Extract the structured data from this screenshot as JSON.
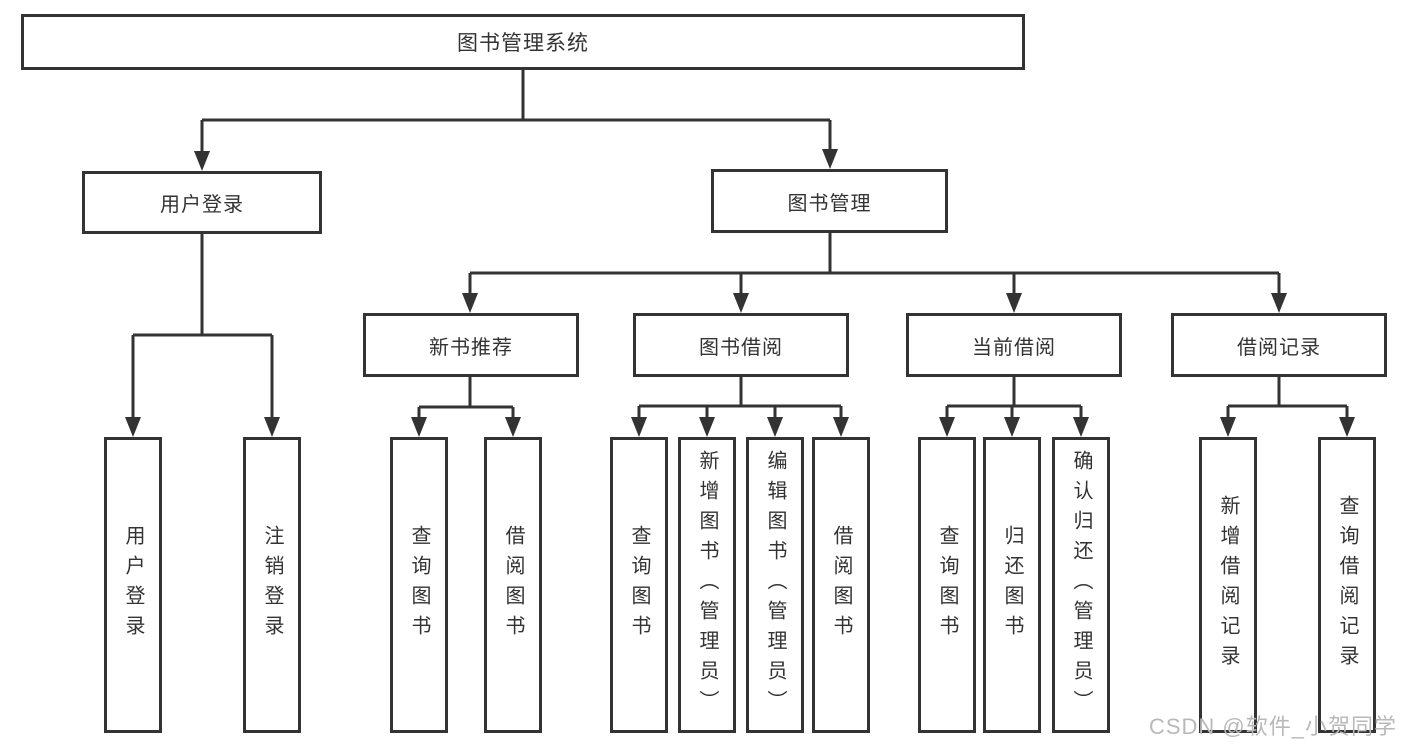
{
  "title": "图书管理系统",
  "watermark": "CSDN @软件_小贺同学",
  "colors": {
    "line": "#333333",
    "text": "#333333",
    "background": "#ffffff",
    "watermark": "#b9b9b9"
  },
  "chart_data": {
    "type": "tree-diagram",
    "title": "图书管理系统"
  },
  "tree": {
    "root": {
      "label": "图书管理系统",
      "children": [
        {
          "label": "用户登录",
          "children": [
            {
              "label": "用户登录"
            },
            {
              "label": "注销登录"
            }
          ]
        },
        {
          "label": "图书管理",
          "children": [
            {
              "label": "新书推荐",
              "children": [
                {
                  "label": "查询图书"
                },
                {
                  "label": "借阅图书"
                }
              ]
            },
            {
              "label": "图书借阅",
              "children": [
                {
                  "label": "查询图书"
                },
                {
                  "label": "新增图书（管理员）"
                },
                {
                  "label": "编辑图书（管理员）"
                },
                {
                  "label": "借阅图书"
                }
              ]
            },
            {
              "label": "当前借阅",
              "children": [
                {
                  "label": "查询图书"
                },
                {
                  "label": "归还图书"
                },
                {
                  "label": "确认归还（管理员）"
                }
              ]
            },
            {
              "label": "借阅记录",
              "children": [
                {
                  "label": "新增借阅记录"
                },
                {
                  "label": "查询借阅记录"
                }
              ]
            }
          ]
        }
      ]
    }
  }
}
